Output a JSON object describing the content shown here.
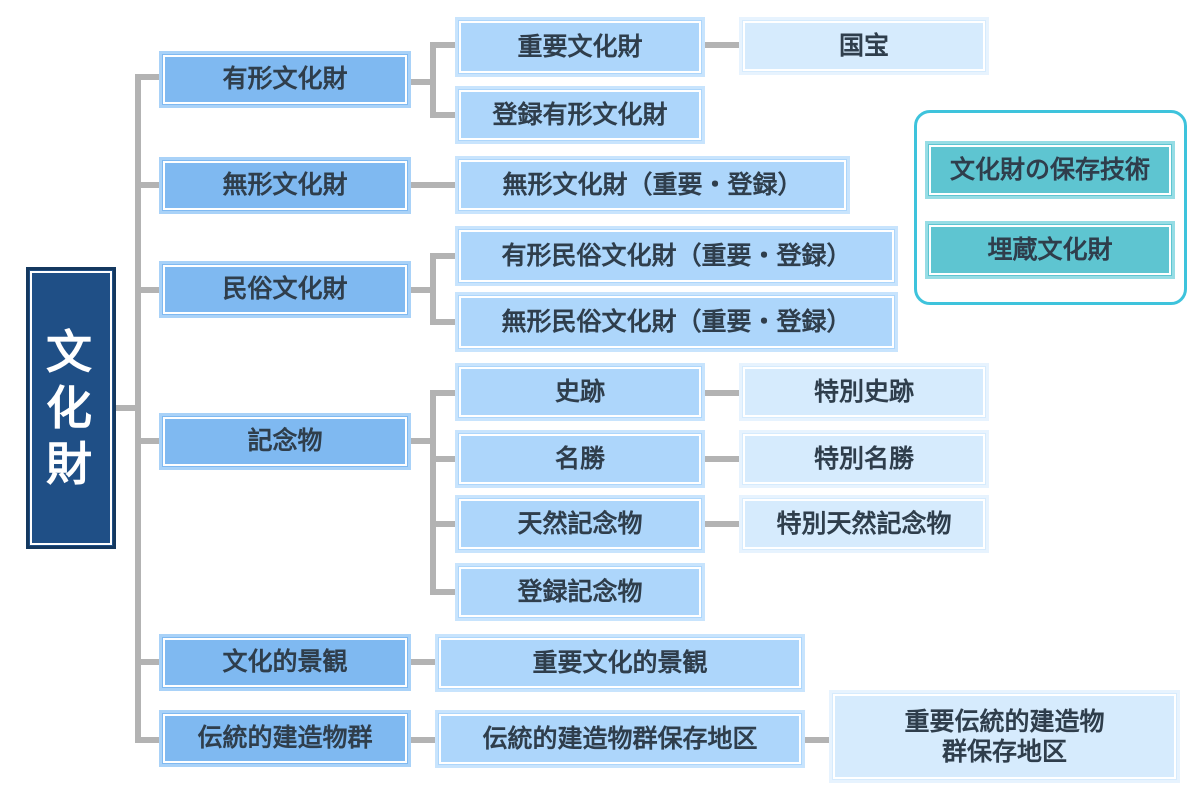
{
  "root": {
    "label_lines": [
      "文",
      "化",
      "財"
    ]
  },
  "categories": [
    {
      "label": "有形文化財"
    },
    {
      "label": "無形文化財"
    },
    {
      "label": "民俗文化財"
    },
    {
      "label": "記念物"
    },
    {
      "label": "文化的景観"
    },
    {
      "label": "伝統的建造物群"
    }
  ],
  "subtypes": {
    "juyo_bunkazai": "重要文化財",
    "toroku_yukei": "登録有形文化財",
    "mukei": "無形文化財（重要・登録）",
    "yukei_minzoku": "有形民俗文化財（重要・登録）",
    "mukei_minzoku": "無形民俗文化財（重要・登録）",
    "shiseki": "史跡",
    "meisho": "名勝",
    "tennen": "天然記念物",
    "toroku_kinenbutsu": "登録記念物",
    "juyo_keikan": "重要文化的景観",
    "dentoteki_chiku": "伝統的建造物群保存地区"
  },
  "top_grades": {
    "kokuho": "国宝",
    "tokubetsu_shiseki": "特別史跡",
    "tokubetsu_meisho": "特別名勝",
    "tokubetsu_tennen": "特別天然記念物",
    "juyo_dentoteki_lines": [
      "重要伝統的建造物",
      "群保存地区"
    ]
  },
  "side_panel": [
    {
      "label": "文化財の保存技術"
    },
    {
      "label": "埋蔵文化財"
    }
  ],
  "colors": {
    "root": "#1f4f86",
    "category": "#7fb9f1",
    "subtype": "#add6fb",
    "top_grade": "#d6ebfd",
    "side_item": "#5ec5d1",
    "side_border": "#3ec3dc",
    "connector": "#b3b3b3",
    "text": "#2f3e4c"
  }
}
